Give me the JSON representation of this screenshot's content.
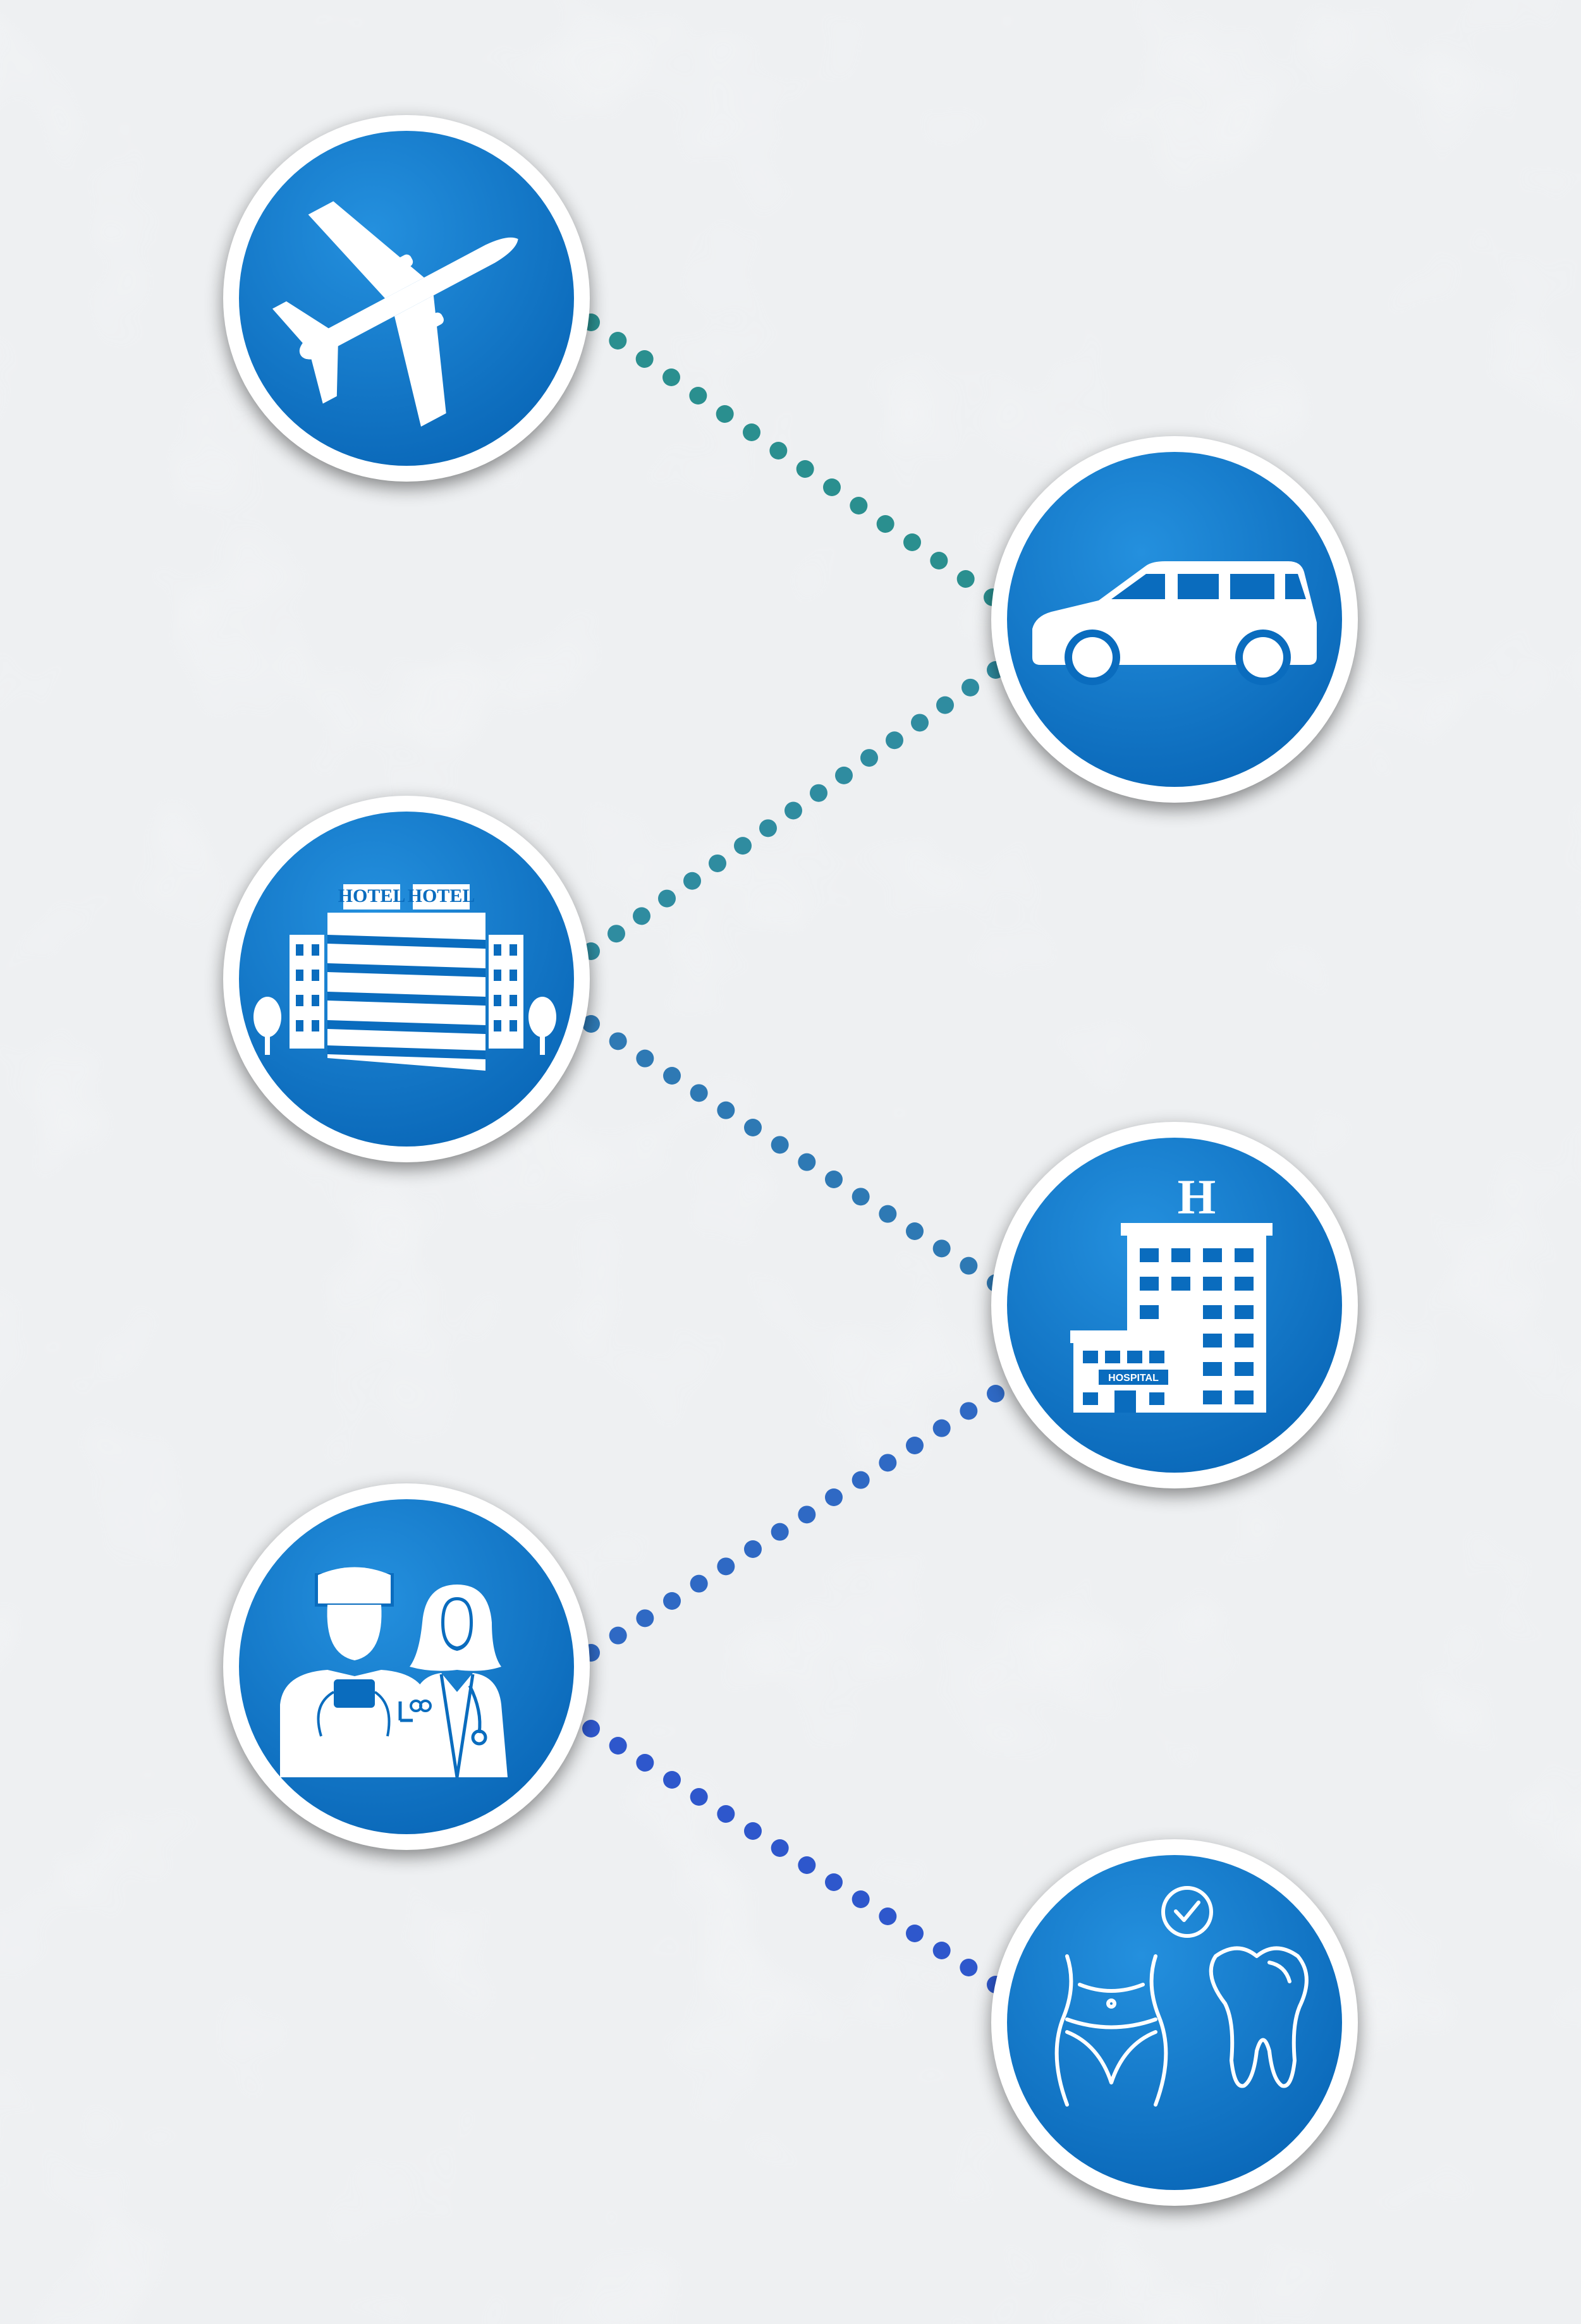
{
  "colors": {
    "background": "#eef0f2",
    "circle_outer": "#1d88d6",
    "circle_inner": "#0a6cbe",
    "circle_ring": "#ffffff",
    "icon": "#ffffff"
  },
  "connector_colors": [
    "#2a8f8f",
    "#2f8ca0",
    "#2e79b4",
    "#2f69c4",
    "#2e57cc"
  ],
  "nodes": [
    {
      "id": "plane",
      "icon": "airplane-icon"
    },
    {
      "id": "van",
      "icon": "van-icon"
    },
    {
      "id": "hotel",
      "icon": "hotel-icon",
      "sign_label": "HOTEL"
    },
    {
      "id": "hospital",
      "icon": "hospital-icon",
      "sign_label": "HOSPITAL",
      "roof_letter": "H"
    },
    {
      "id": "doctors",
      "icon": "doctors-icon"
    },
    {
      "id": "treatment",
      "icon": "treatment-icon"
    }
  ]
}
